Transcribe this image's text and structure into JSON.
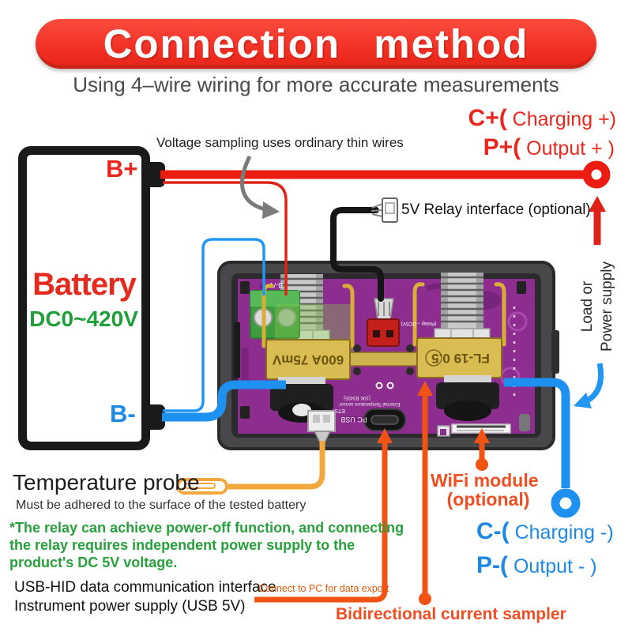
{
  "header": {
    "title": "Connection method",
    "subtitle": "Using 4–wire wiring for more accurate measurements"
  },
  "battery": {
    "name": "Battery",
    "range": "DC0~420V",
    "b_plus": "B+",
    "b_minus": "B-"
  },
  "terminals": {
    "charging_plus_prefix": "C+(",
    "charging_plus_rest": " Charging +)",
    "output_plus_prefix": "P+(",
    "output_plus_rest": " Output + )",
    "charging_minus_prefix": "C-(",
    "charging_minus_rest": " Charging -)",
    "output_minus_prefix": "P-(",
    "output_minus_rest": " Output - )"
  },
  "annotations": {
    "voltage_sampling": "Voltage sampling uses ordinary thin wires",
    "relay_interface": "5V Relay interface (optional)",
    "load_line1": "Load or",
    "load_line2": "Power supply",
    "temperature_probe": "Temperature probe",
    "temperature_note": "Must be adhered to the surface of the tested battery",
    "relay_note_line1": "*The relay can achieve power-off function, and connecting",
    "relay_note_line2": "the relay requires independent power supply to the",
    "relay_note_line3": "product's DC 5V voltage.",
    "usb_line1": "USB-HID data communication interface",
    "usb_line2": "Instrument power supply (USB 5V)",
    "connect_pc": "Connect to PC for data export",
    "wifi_line1": "WiFi module",
    "wifi_line2": "(optional)",
    "current_sampler": "Bidirectional current sampler"
  },
  "pcb": {
    "shunt_left": "600A 75mV",
    "shunt_right": "FL-19 0.5",
    "terminal_label": "B-/V-",
    "usb_label": "PC USB",
    "ets_label": "ETS",
    "temp_sensor_label": "External Temperature sensor",
    "temp_sensor_value": "(10K B3435)",
    "relay_pcb_label": "(Relay→DC5V)"
  },
  "colors": {
    "accent_red": "#ec1c12",
    "accent_blue": "#1e90f0",
    "accent_orange": "#f05314",
    "accent_green": "#28a03c",
    "pcb_purple": "#8d2d90",
    "brass": "#d9bc52"
  }
}
